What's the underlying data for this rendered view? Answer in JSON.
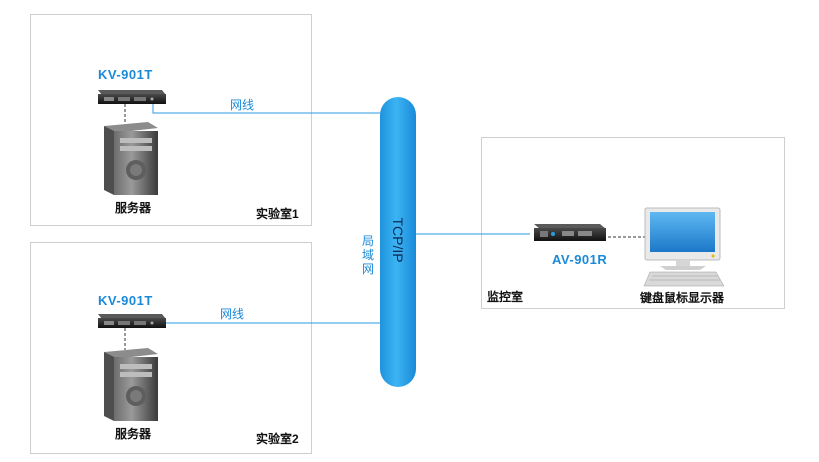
{
  "rooms": {
    "lab1": {
      "name": "实验室1",
      "transmitter": "KV-901T",
      "device": "服务器",
      "link": "网线"
    },
    "lab2": {
      "name": "实验室2",
      "transmitter": "KV-901T",
      "device": "服务器",
      "link": "网线"
    },
    "monitor": {
      "name": "监控室",
      "receiver": "AV-901R",
      "device": "键盘鼠标显示器"
    }
  },
  "network": {
    "protocol": "TCP/IP",
    "label": "局域网"
  },
  "colors": {
    "accent": "#1a8ad8",
    "bus": "#26a7ee",
    "room_border": "#cfcfcf"
  }
}
